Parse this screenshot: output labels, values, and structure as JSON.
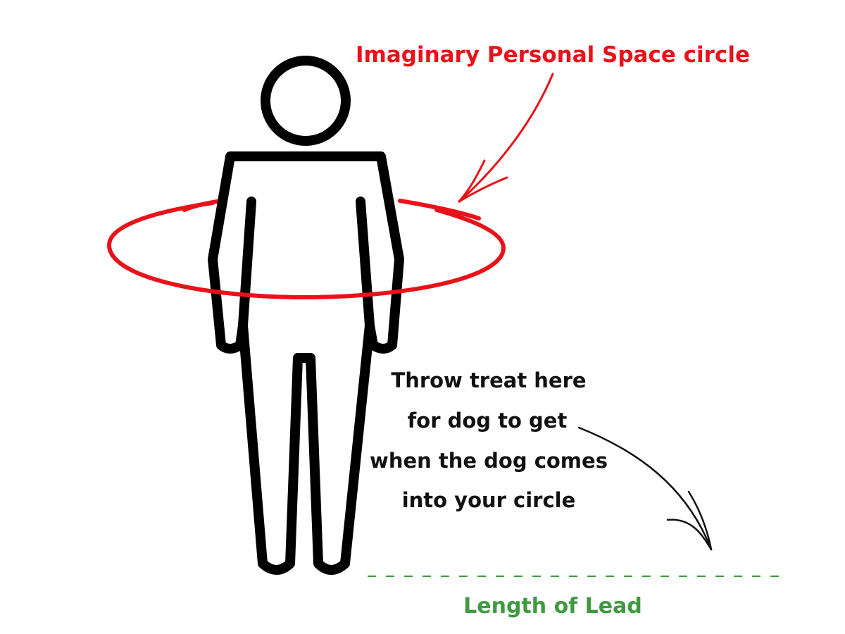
{
  "labels": {
    "personal_space": "Imaginary Personal Space circle",
    "treat_lines": [
      "Throw treat here",
      "for dog to get",
      "when the dog comes",
      "into your circle"
    ],
    "lead_length": "Length of Lead"
  },
  "colors": {
    "figure_stroke": "#000000",
    "circle": "#e8131a",
    "personal_space_text": "#e8131a",
    "treat_text": "#111111",
    "treat_arrow": "#111111",
    "lead_line": "#3f9a3f",
    "lead_text": "#3f9a3f"
  },
  "icons": {
    "figure": "stick-person-icon",
    "circle_arrow": "curved-arrow-icon",
    "treat_arrow": "curved-arrow-icon"
  }
}
